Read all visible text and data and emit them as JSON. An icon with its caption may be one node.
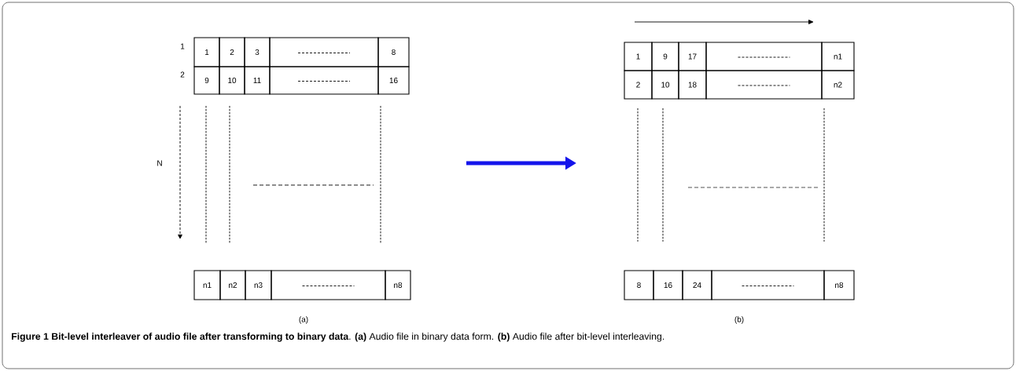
{
  "diagram": {
    "caption": "**Figure 1 Bit-level interleaver of audio file after transforming to binary data**. **(a)** Audio file in binary data form. **(b)** Audio file after bit-level interleaving.",
    "nodes": [
      {
        "text": [
          "1"
        ]
      },
      {
        "text": [
          "2"
        ]
      },
      {
        "text": [
          "3"
        ]
      },
      {
        "text": [],
        "shape": "box"
      },
      {
        "text": [
          "8"
        ]
      },
      {
        "text": [
          "9"
        ]
      },
      {
        "text": [
          "10"
        ]
      },
      {
        "text": [
          "11"
        ]
      },
      {
        "text": [],
        "shape": "box"
      },
      {
        "text": [
          "16"
        ]
      },
      {
        "text": [
          "n1"
        ]
      },
      {
        "text": [
          "n2"
        ]
      },
      {
        "text": [
          "n3"
        ]
      },
      {
        "text": [],
        "shape": "box"
      },
      {
        "text": [
          "n8"
        ]
      },
      {
        "text": [
          "1"
        ]
      },
      {
        "text": [
          "9"
        ]
      },
      {
        "text": [
          "17"
        ]
      },
      {
        "text": [],
        "shape": "box"
      },
      {
        "text": [
          "n1"
        ]
      },
      {
        "text": [
          "2"
        ]
      },
      {
        "text": [
          "10"
        ]
      },
      {
        "text": [
          "18"
        ]
      },
      {
        "text": [],
        "shape": "box"
      },
      {
        "text": [
          "n2"
        ]
      },
      {
        "text": [
          "8"
        ]
      },
      {
        "text": [
          "16"
        ]
      },
      {
        "text": [
          "24"
        ]
      },
      {
        "text": [],
        "shape": "box"
      },
      {
        "text": [
          "n8"
        ]
      }
    ],
    "labels": [
      "1",
      "2",
      "N",
      "(a)",
      "(b)"
    ]
  }
}
